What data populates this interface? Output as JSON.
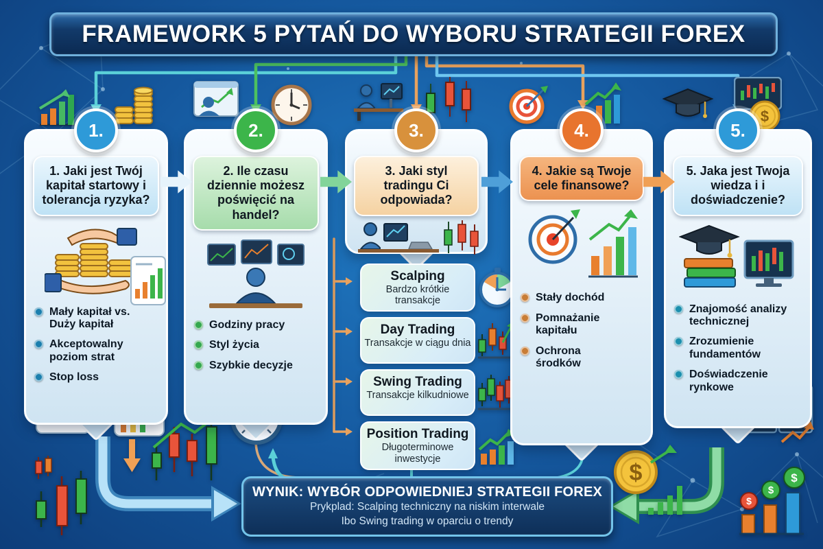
{
  "title": "FRAMEWORK 5 PYTAŃ DO WYBORU STRATEGII FOREX",
  "columns": [
    {
      "badge": "1.",
      "accent": "#2e9ad8",
      "dot": "#1b7fae",
      "question": "1. Jaki jest Twój kapitał startowy i tolerancja ryzyka?",
      "bullets": [
        "Mały kapitał vs. Duży kapitał",
        "Akceptowalny poziom strat",
        "Stop loss"
      ]
    },
    {
      "badge": "2.",
      "accent": "#3cb54a",
      "dot": "#35a84f",
      "question": "2. Ile czasu dziennie możesz poświęcić na handel?",
      "bullets": [
        "Godziny pracy",
        "Styl życia",
        "Szybkie decyzje"
      ]
    },
    {
      "badge": "3.",
      "accent": "#d8913c",
      "question": "3. Jaki styl tradingu Ci odpowiada?",
      "styles": [
        {
          "name": "Scalping",
          "desc": "Bardzo krótkie transakcje"
        },
        {
          "name": "Day Trading",
          "desc": "Transakcje w ciągu dnia"
        },
        {
          "name": "Swing Trading",
          "desc": "Transakcje kilkudniowe"
        },
        {
          "name": "Position Trading",
          "desc": "Długoterminowe inwestycje"
        }
      ]
    },
    {
      "badge": "4.",
      "accent": "#e8742e",
      "dot": "#c87d36",
      "question": "4. Jakie są Twoje cele finansowe?",
      "bullets": [
        "Stały dochód",
        "Pomnażanie kapitału",
        "Ochrona środków"
      ]
    },
    {
      "badge": "5.",
      "accent": "#2e9ad8",
      "dot": "#1b8fae",
      "question": "5. Jaka jest Twoja wiedza i i doświadczenie?",
      "bullets": [
        "Znajomość analizy technicznej",
        "Zrozumienie fundamentów",
        "Doświadczenie rynkowe"
      ]
    }
  ],
  "result": {
    "title": "WYNIK: WYBÓR ODPOWIEDNIEJ STRATEGII FOREX",
    "line1": "Prykplad: Scalping techniczny na niskim interwale",
    "line2": "Ibo Swing trading w oparciu o trendy"
  },
  "icons": {
    "top_row": [
      "bar-chart-arrow-icon",
      "coin-stack-icon",
      "chart-person-icon",
      "clock-icon",
      "trader-desk-icon",
      "candlestick-icon",
      "target-icon",
      "growth-bars-icon",
      "graduation-cap-icon",
      "trading-screen-icon",
      "dollar-coin-icon"
    ],
    "interiors": [
      "hand-coins-icon",
      "mini-bar-card-icon",
      "multi-monitor-trader-icon",
      "trader-laptop-icon",
      "stopwatch-icon",
      "day-candles-icon",
      "swing-candles-icon",
      "position-chart-icon",
      "target-bars-icon",
      "target-arrow-icon",
      "cap-books-screen-icon",
      "dual-screens-icon",
      "pie-chart-card-icon",
      "line-chart-card-icon"
    ],
    "bottom_decor": [
      "candlesticks-icon",
      "down-arrow-icon",
      "up-arrow-candles-icon",
      "big-clock-icon",
      "coin-growth-icon",
      "bars-coins-icon"
    ]
  },
  "colors": {
    "background_blue": "#15589e",
    "panel_light": "#e8f3fa",
    "badge_blue": "#2e9ad8",
    "badge_green": "#3cb54a",
    "badge_tan": "#d8913c",
    "badge_orange": "#e8742e",
    "result_border": "#73c4ea",
    "big_arrow_blue": "#b8e2f8",
    "big_arrow_green": "#8fdca6",
    "connector_teal": "#5bd0d8",
    "connector_green": "#4cc060",
    "connector_orange": "#e8a25e",
    "connector_cyan": "#6ec6f0"
  }
}
